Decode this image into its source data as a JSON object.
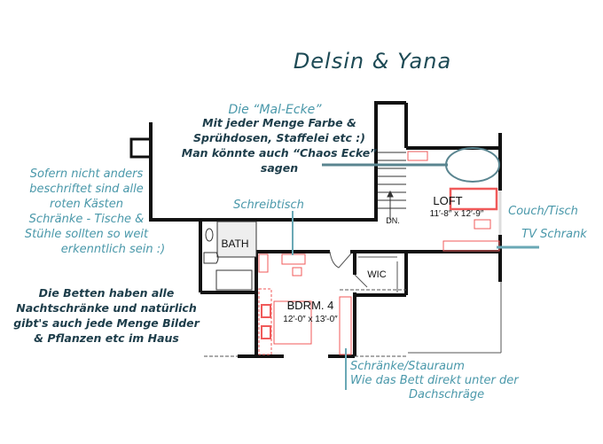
{
  "title": "Delsin & Yana",
  "mal_ecke": {
    "heading": "Die “Mal-Ecke”",
    "lines": [
      "Mit jeder Menge Farbe &",
      "Sprühdosen, Staffelei etc :)",
      "Man könnte auch “Chaos Ecke”",
      "sagen"
    ]
  },
  "legend_note": [
    "Sofern nicht anders",
    "beschriftet sind alle",
    "roten Kästen",
    "Schränke - Tische &",
    "Stühle sollten so weit",
    "erkenntlich sein :)"
  ],
  "beds_note": [
    "Die Betten haben alle",
    "Nachtschränke und natürlich",
    "gibt's auch jede Menge Bilder",
    "& Pflanzen etc im Haus"
  ],
  "labels": {
    "schreibtisch": "Schreibtisch",
    "couch": "Couch/Tisch",
    "tv": "TV Schrank",
    "storage": [
      "Schränke/Stauraum",
      "Wie das Bett direkt unter der",
      "Dachschräge"
    ]
  },
  "rooms": {
    "loft": {
      "name": "LOFT",
      "size": "11′-8″ x 12′-9″"
    },
    "bdrm": {
      "name": "BDRM. 4",
      "size": "12′-0″ x 13′-0″"
    },
    "bath": "BATH",
    "wic": "WIC",
    "stairs": "DN."
  },
  "colors": {
    "wall": "#111111",
    "furniture": "#f05a5a",
    "annotation": "#4a98aa",
    "pointer": "#5a8590"
  }
}
